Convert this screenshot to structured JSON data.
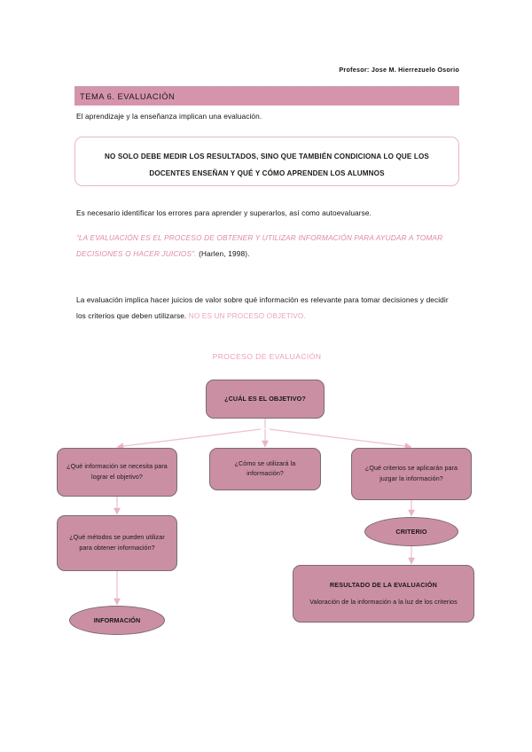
{
  "document": {
    "professor_line": "Profesor: Jose M. Hierrezuelo Osorio",
    "section_title": "TEMA 6. EVALUACIÓN",
    "intro_paragraph": "El aprendizaje y la enseñanza implican una evaluación.",
    "callout": "NO SOLO DEBE MEDIR LOS RESULTADOS, SINO QUE TAMBIÉN CONDICIONA LO QUE LOS DOCENTES ENSEÑAN Y QUÉ Y CÓMO APRENDEN LOS ALUMNOS",
    "paragraph_errors": "Es necesario identificar los errores para aprender y superarlos, así como autoevaluarse.",
    "quote_text": "“LA EVALUACIÓN ES EL PROCESO DE OBTENER Y UTILIZAR INFORMACIÓN PARA AYUDAR A TOMAR DECISIONES O HACER JUICIOS”.",
    "quote_source": "(Harlen, 1998).",
    "paragraph_judgement": "La evaluación implica hacer juicios de valor sobre qué información es relevante para tomar decisiones y decidir los criterios que deben utilizarse.",
    "paragraph_judgement_accent": "NO ES UN PROCESO OBJETIVO.",
    "diagram_title": "PROCESO DE EVALUACIÓN"
  },
  "flowchart": {
    "nodes": {
      "objective": "¿CUÁL ES EL OBJETIVO?",
      "info_needed": "¿Qué información se necesita para lograr el objetivo?",
      "how_used": "¿Cómo se utilizará la información?",
      "criteria_applied": "¿Qué criterios se aplicarán para juzgar la información?",
      "methods": "¿Qué métodos se pueden utilizar para obtener información?",
      "criterion": "CRITERIO",
      "information": "INFORMACIÓN",
      "result_heading": "RESULTADO DE LA EVALUACIÓN",
      "result_body": "Valoración de la información a la luz de los criterios"
    }
  },
  "colors": {
    "band": "#d694ac",
    "node_fill": "#cb8fa4",
    "node_stroke": "#7a6a72",
    "accent_pink": "#eaa7ba",
    "connector": "#edb9c8",
    "callout_border": "#e8b6c6"
  }
}
